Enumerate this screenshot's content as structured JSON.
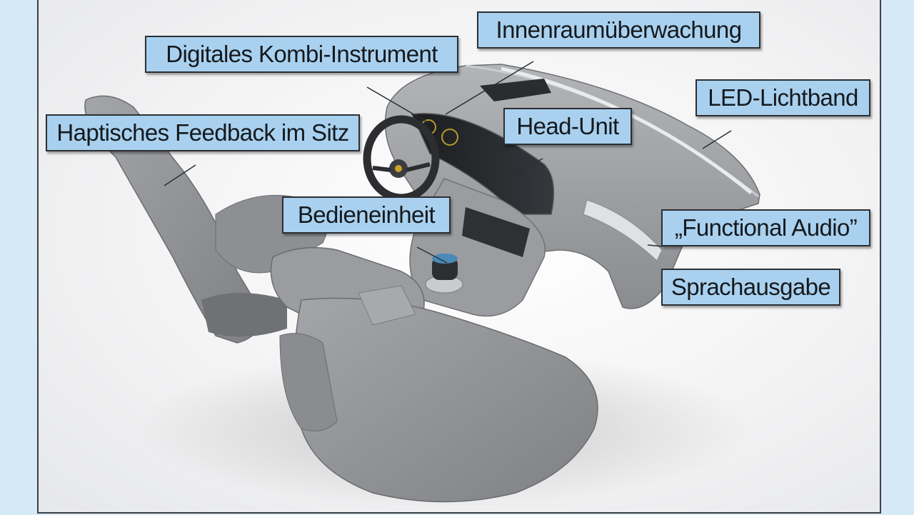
{
  "labels": {
    "innenraum": "Innenraumüberwachung",
    "kombi": "Digitales Kombi-Instrument",
    "led": "LED-Lichtband",
    "haptik": "Haptisches Feedback im Sitz",
    "headunit": "Head-Unit",
    "bedien": "Bedieneinheit",
    "audio": "„Functional Audio”",
    "sprache": "Sprachausgabe"
  },
  "colors": {
    "callout_fill": "#a9d1ef",
    "callout_border": "#2b2f33",
    "page_bg": "#d6e9f6",
    "interior_gray": "#8f9194"
  }
}
